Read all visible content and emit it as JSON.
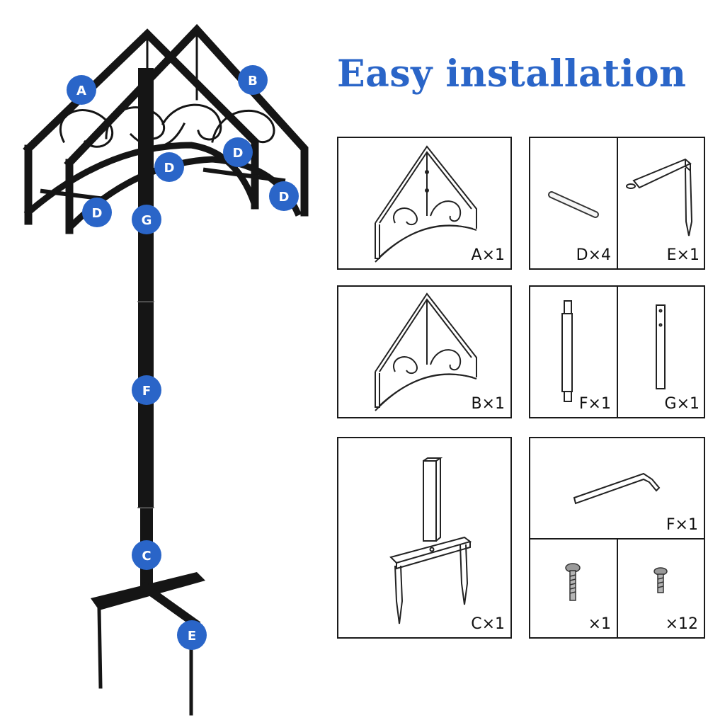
{
  "title": "Easy installation",
  "accent_color": "#2a65c8",
  "callouts": [
    "A",
    "B",
    "D",
    "D",
    "D",
    "D",
    "G",
    "F",
    "C",
    "E"
  ],
  "parts": [
    {
      "id": "A",
      "quantity_label": "A×1",
      "icon": "arch-panel-a-icon"
    },
    {
      "id": "D",
      "quantity_label": "D×4",
      "icon": "rod-d-icon"
    },
    {
      "id": "E",
      "quantity_label": "E×1",
      "icon": "stake-e-icon"
    },
    {
      "id": "B",
      "quantity_label": "B×1",
      "icon": "arch-panel-b-icon"
    },
    {
      "id": "F",
      "quantity_label": "F×1",
      "icon": "pole-f-icon"
    },
    {
      "id": "G",
      "quantity_label": "G×1",
      "icon": "pole-g-icon"
    },
    {
      "id": "C",
      "quantity_label": "C×1",
      "icon": "base-stake-c-icon"
    },
    {
      "id": "wrench",
      "quantity_label": "F×1",
      "icon": "hex-wrench-icon"
    },
    {
      "id": "screw-long",
      "quantity_label": "×1",
      "icon": "long-screw-icon"
    },
    {
      "id": "screw-short",
      "quantity_label": "×12",
      "icon": "short-screw-icon"
    }
  ]
}
